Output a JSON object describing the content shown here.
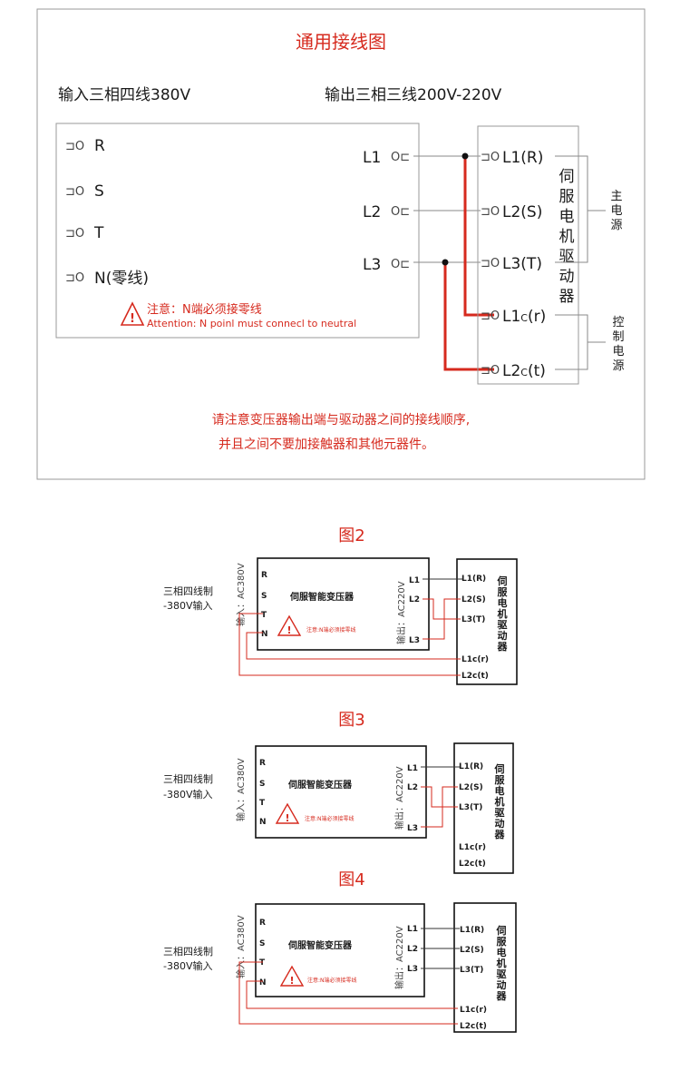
{
  "main": {
    "title": "通用接线图",
    "input_label": "输入三相四线380V",
    "output_label": "输出三相三线200V-220V",
    "input_terminals": [
      "R",
      "S",
      "T",
      "N(零线)"
    ],
    "transformer_outputs": [
      "L1",
      "L2",
      "L3"
    ],
    "driver_terminals": [
      {
        "main": "L1",
        "suffix": "(R)"
      },
      {
        "main": "L2",
        "suffix": "(S)"
      },
      {
        "main": "L3",
        "suffix": "(T)"
      },
      {
        "main": "L1",
        "sub": "C",
        "suffix": "(r)"
      },
      {
        "main": "L2",
        "sub": "C",
        "suffix": "(t)"
      }
    ],
    "driver_name": "伺服电机驱动器",
    "main_power": "主电源",
    "control_power": "控制电源",
    "warning_cn": "注意：N端必须接零线",
    "warning_en": "Attention: N poinl must connecl to neutral",
    "note_line1": "请注意变压器输出端与驱动器之间的接线顺序,",
    "note_line2": "并且之间不要加接触器和其他元器件。"
  },
  "figures": [
    {
      "title": "图2",
      "has_control_wiring": true,
      "crossed_l2_l3": true
    },
    {
      "title": "图3",
      "has_control_wiring": false,
      "crossed_l2_l3": true
    },
    {
      "title": "图4",
      "has_control_wiring": true,
      "crossed_l2_l3": false
    }
  ],
  "mini": {
    "source_label_1": "三相四线制",
    "source_label_2": "-380V输入",
    "input_side": "输入：AC380V",
    "output_side": "输出：AC220V",
    "transformer_name": "伺服智能变压器",
    "warning_small": "注意:N端必须接零线",
    "input_terminals": [
      "R",
      "S",
      "T",
      "N"
    ],
    "output_terminals": [
      "L1",
      "L2",
      "L3"
    ],
    "driver_terminals": [
      "L1(R)",
      "L2(S)",
      "L3(T)",
      "L1c(r)",
      "L2c(t)"
    ],
    "driver_name": "伺服电机驱动器"
  },
  "colors": {
    "wire_red": "#d62a1e",
    "line_gray": "#888888",
    "text_dark": "#1a1a1a",
    "warning_red": "#d62a1e"
  }
}
